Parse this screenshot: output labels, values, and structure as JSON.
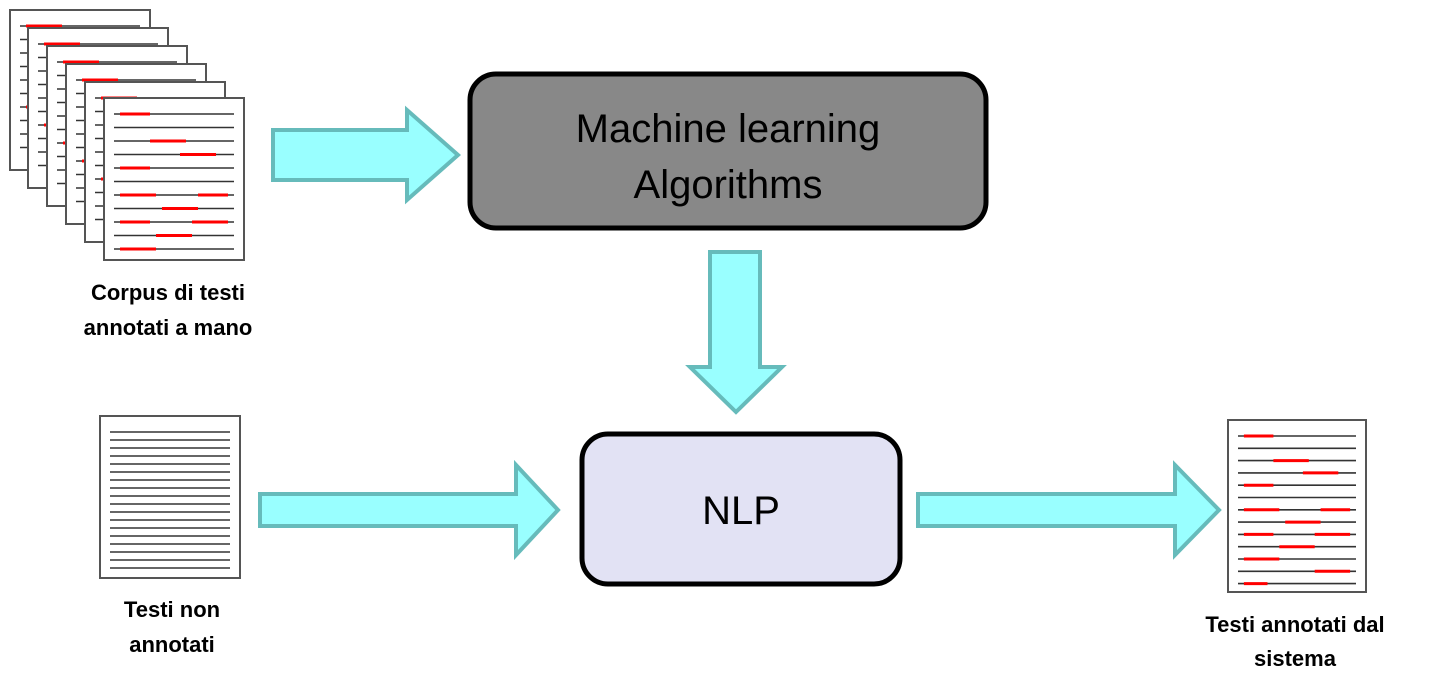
{
  "boxes": {
    "ml": {
      "line1": "Machine learning",
      "line2": "Algorithms"
    },
    "nlp": {
      "label": "NLP"
    }
  },
  "captions": {
    "corpus": {
      "line1": "Corpus di testi",
      "line2": "annotati a mano"
    },
    "unannotated": {
      "line1": "Testi non",
      "line2": "annotati"
    },
    "system_annotated": {
      "line1": "Testi annotati dal",
      "line2": "sistema"
    }
  },
  "colors": {
    "arrow_fill": "#99FFFF",
    "arrow_stroke": "#66BBBB",
    "ml_box_fill": "#888888",
    "nlp_box_fill": "#E2E2F4",
    "annotation_mark": "#FF0000",
    "text_line": "#333333"
  }
}
